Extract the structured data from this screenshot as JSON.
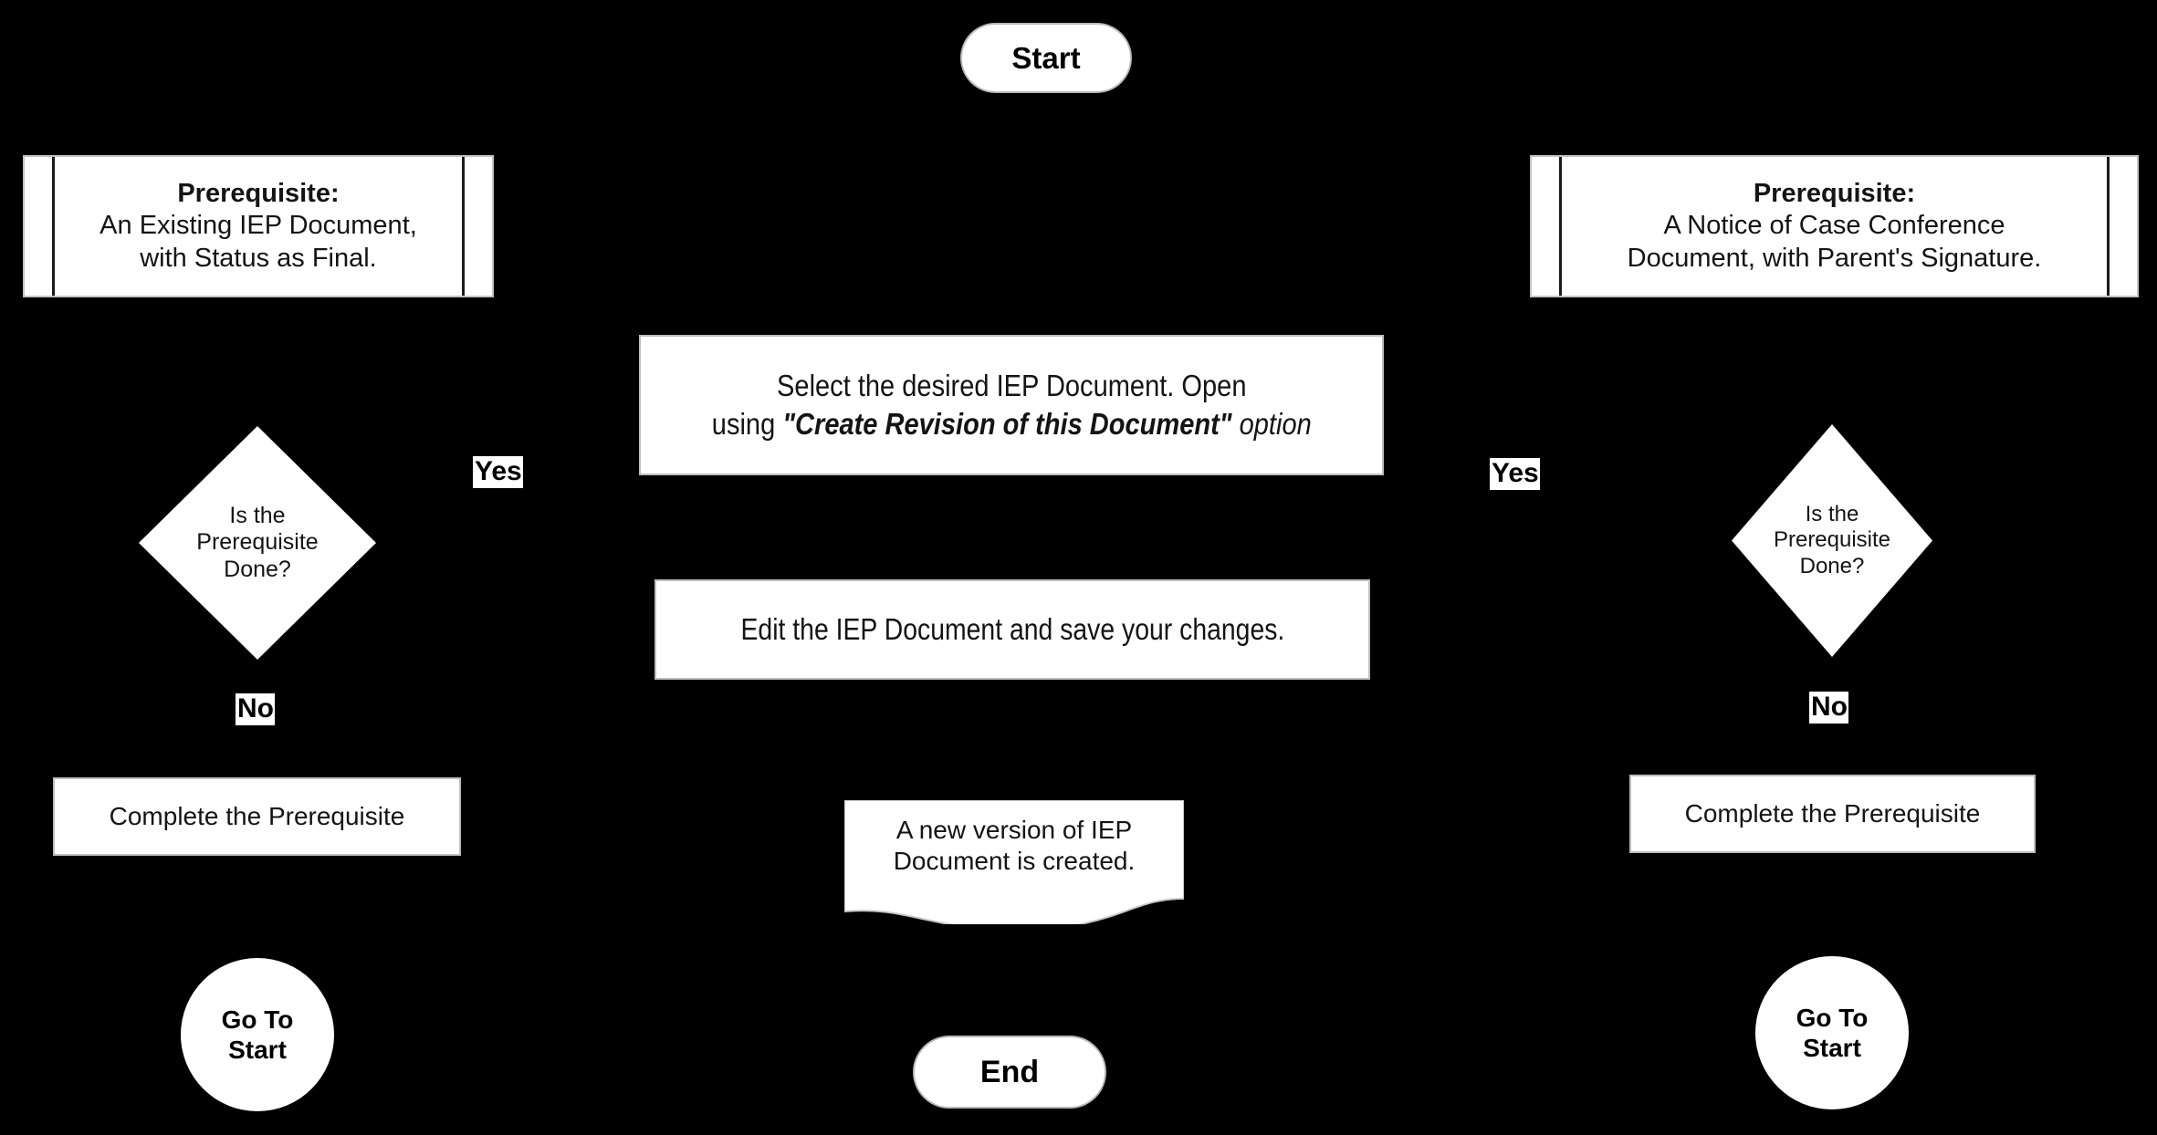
{
  "page": {
    "title": "IEP Document Revision Flowchart",
    "background_color": "#000000",
    "shape_fill_color": "#ffffff",
    "text_color": "#141414"
  },
  "terminators": {
    "start": "Start",
    "end": "End"
  },
  "prerequisites": {
    "left": {
      "heading": "Prerequisite:",
      "line1": "An Existing IEP Document,",
      "line2": "with Status as Final."
    },
    "right": {
      "heading": "Prerequisite:",
      "line1": "A Notice of Case Conference",
      "line2": "Document, with Parent's Signature."
    }
  },
  "decisions": {
    "left": {
      "line1": "Is the",
      "line2": "Prerequisite",
      "line3": "Done?"
    },
    "right": {
      "line1": "Is the",
      "line2": "Prerequisite",
      "line3": "Done?"
    }
  },
  "edge_labels": {
    "left_yes": "Yes",
    "left_no": "No",
    "right_yes": "Yes",
    "right_no": "No"
  },
  "remediation": {
    "left": "Complete the Prerequisite",
    "right": "Complete the Prerequisite"
  },
  "goto": {
    "left_line1": "Go To",
    "left_line2": "Start",
    "right_line1": "Go To",
    "right_line2": "Start"
  },
  "process_steps": {
    "select_document": {
      "line1": "Select the desired IEP Document. Open",
      "line2_prefix": "using ",
      "line2_quoted": "\"Create Revision of this Document\"",
      "line2_suffix": " option"
    },
    "edit_document": "Edit the IEP Document and save your changes."
  },
  "document_output": {
    "line1": "A new version of IEP",
    "line2": "Document is created."
  }
}
